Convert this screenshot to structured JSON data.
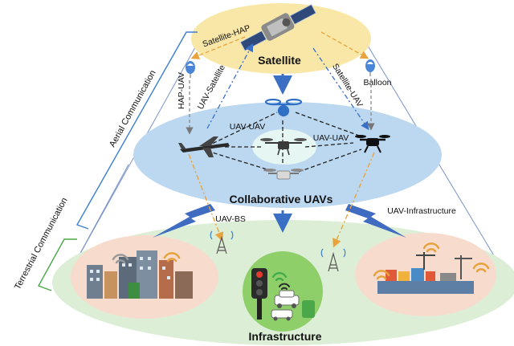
{
  "layers": {
    "satellite": "Satellite",
    "uavs": "Collaborative UAVs",
    "infrastructure": "Infrastructure"
  },
  "links": {
    "satellite_hap": "Satellite-HAP",
    "hap_uav": "HAP-UAV",
    "uav_satellite": "UAV-Satellite",
    "satellite_uav": "Satellite-UAV",
    "balloon": "Balloon",
    "uav_uav_left": "UAV-UAV",
    "uav_uav_right": "UAV-UAV",
    "uav_bs": "UAV-BS",
    "uav_infrastructure": "UAV-Infrastructure"
  },
  "brackets": {
    "aerial": "Aerial Communication",
    "terrestrial": "Terrestrial Communication"
  },
  "colors": {
    "satellite_ellipse": "#f9e7a8",
    "uav_ellipse": "#bcd8f0",
    "uav_core": "#e6f6f2",
    "infra_ellipse": "#dcefd6",
    "city_circle": "#f7dccd",
    "traffic_circle": "#8fcf6a",
    "port_circle": "#f7dccd",
    "blue_arrow": "#3a6fc4",
    "orange_link": "#e8a33c",
    "bracket": "#3c7fd0",
    "terrestrial_bracket": "#4aa84a"
  },
  "icons": [
    "satellite-icon",
    "balloon-icon",
    "drone-icon",
    "fixed-wing-uav-icon",
    "base-station-icon",
    "wifi-icon",
    "traffic-light-icon",
    "car-icon",
    "city-icon",
    "port-icon"
  ]
}
